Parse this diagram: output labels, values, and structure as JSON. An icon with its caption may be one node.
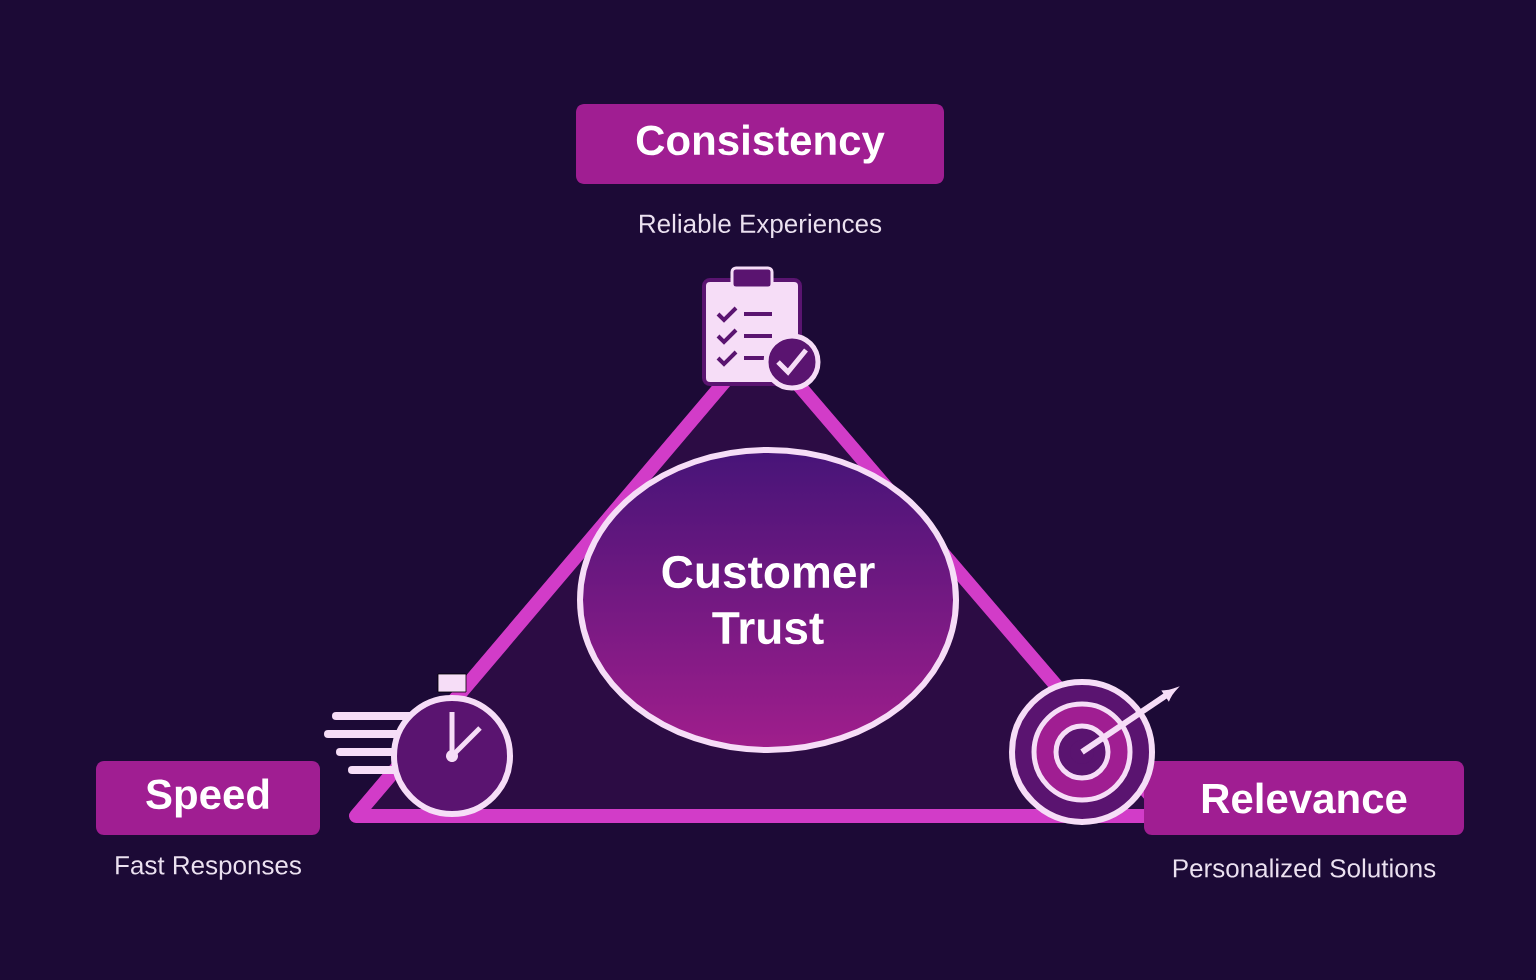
{
  "diagram": {
    "nodes": [
      {
        "text": [
          "Consistency"
        ],
        "beside": [
          "Reliable Experiences"
        ]
      },
      {
        "text": [
          "Speed"
        ],
        "beside": [
          "Fast Responses"
        ]
      },
      {
        "text": [
          "Relevance"
        ],
        "beside": [
          "Personalized Solutions"
        ]
      },
      {
        "text": [
          "Customer Trust"
        ]
      }
    ]
  }
}
